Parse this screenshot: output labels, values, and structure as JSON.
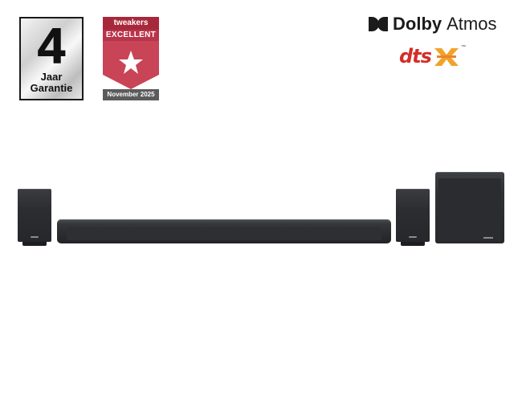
{
  "badges": {
    "warranty": {
      "number": "4",
      "line1": "Jaar",
      "line2": "Garantie"
    },
    "tweakers": {
      "brand": "tweakers",
      "award": "EXCELLENT",
      "date": "November 2025",
      "color": "#a8283b"
    }
  },
  "logos": {
    "dolby": {
      "brand": "Dolby",
      "product": "Atmos"
    },
    "dts": {
      "brand": "dts",
      "suffix": "X",
      "trademark": "™"
    }
  },
  "products": {
    "items": [
      "left-rear-speaker",
      "soundbar",
      "right-rear-speaker",
      "subwoofer"
    ],
    "color": "#2b2d31"
  }
}
